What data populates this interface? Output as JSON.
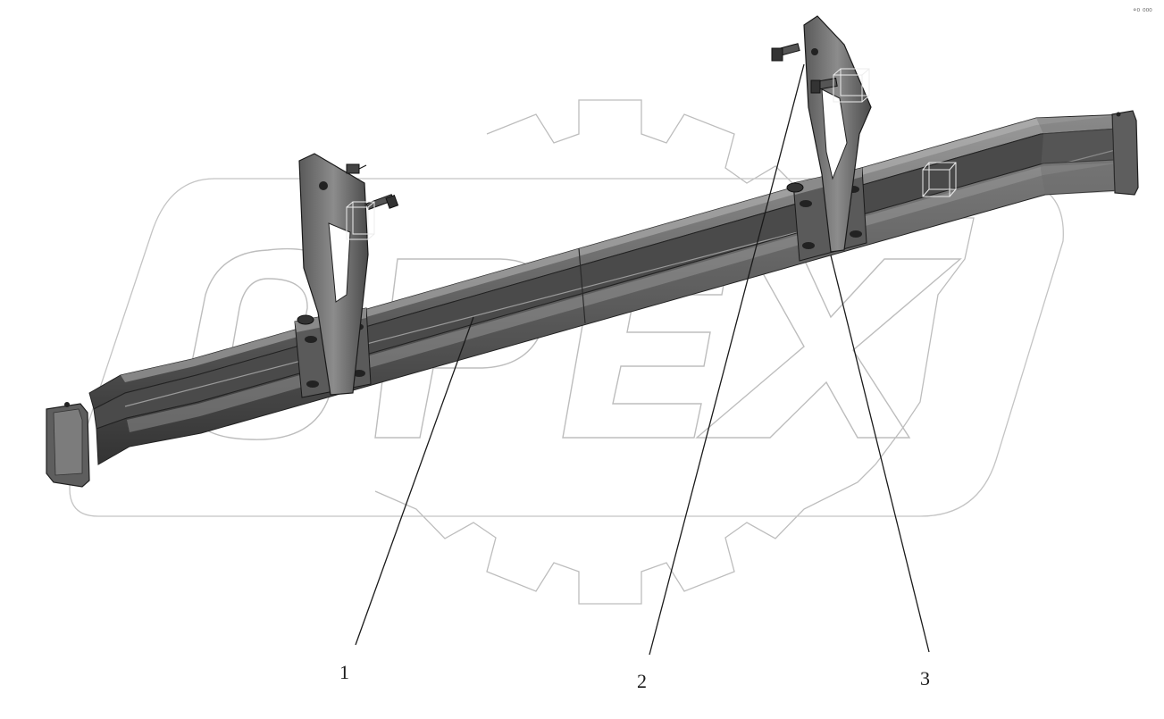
{
  "drawing": {
    "watermark_text": "OPEX",
    "corner_mark": "°⁰ ⁰⁰⁰",
    "callouts": [
      {
        "label": "1"
      },
      {
        "label": "2"
      },
      {
        "label": "3"
      }
    ]
  }
}
